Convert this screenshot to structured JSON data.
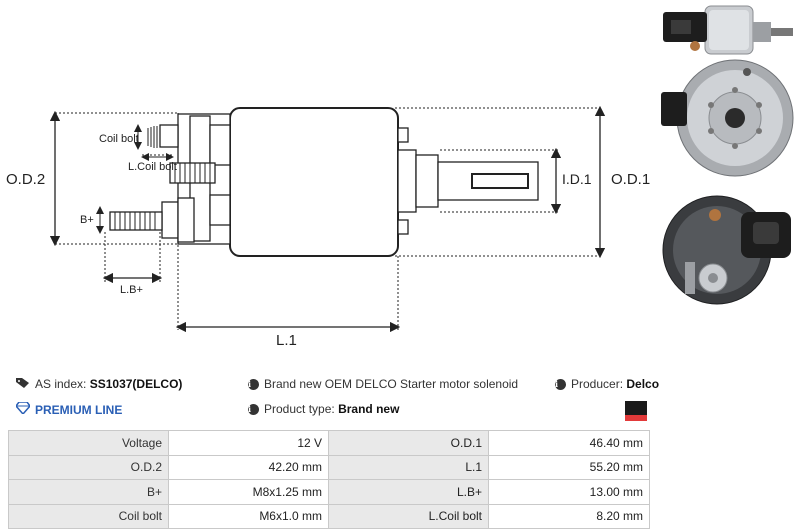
{
  "diagram": {
    "labels": {
      "od2": "O.D.2",
      "od1": "O.D.1",
      "id1": "I.D.1",
      "l1": "L.1",
      "lb": "L.B+",
      "bplus": "B+",
      "coil_bolt": "Coil bolt",
      "l_coil_bolt": "L.Coil bolt"
    }
  },
  "info": {
    "as_index_label": "AS index:",
    "as_index_value": "SS1037(DELCO)",
    "description": "Brand new OEM DELCO Starter motor solenoid",
    "producer_label": "Producer:",
    "producer_value": "Delco",
    "premium_line": "PREMIUM LINE",
    "product_type_label": "Product type:",
    "product_type_value": "Brand new"
  },
  "specs": [
    {
      "label": "Voltage",
      "value": "12 V",
      "label2": "O.D.1",
      "value2": "46.40 mm"
    },
    {
      "label": "O.D.2",
      "value": "42.20 mm",
      "label2": "L.1",
      "value2": "55.20 mm"
    },
    {
      "label": "B+",
      "value": "M8x1.25 mm",
      "label2": "L.B+",
      "value2": "13.00 mm"
    },
    {
      "label": "Coil bolt",
      "value": "M6x1.0 mm",
      "label2": "L.Coil bolt",
      "value2": "8.20 mm"
    }
  ],
  "colors": {
    "flag_top": "#1a1a1a",
    "flag_bottom": "#e23a3a",
    "premium": "#2a5fb5"
  },
  "icons": [
    "tag-icon",
    "info-icon",
    "diamond-icon"
  ]
}
